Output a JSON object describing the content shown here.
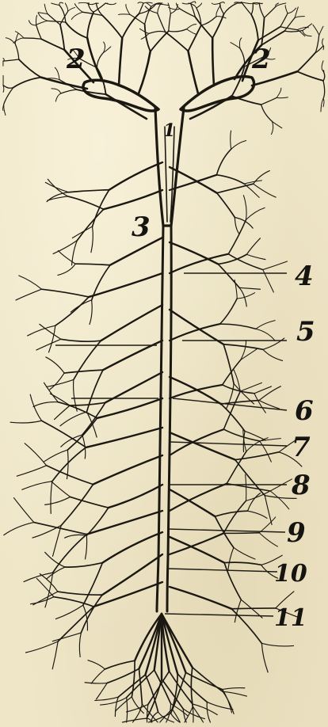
{
  "figure": {
    "labels": [
      {
        "id": "1",
        "text": "1"
      },
      {
        "id": "2a",
        "text": "2"
      },
      {
        "id": "2b",
        "text": "2"
      },
      {
        "id": "3",
        "text": "3"
      },
      {
        "id": "4",
        "text": "4"
      },
      {
        "id": "5",
        "text": "5"
      },
      {
        "id": "6",
        "text": "6"
      },
      {
        "id": "7",
        "text": "7"
      },
      {
        "id": "8",
        "text": "8"
      },
      {
        "id": "9",
        "text": "9"
      },
      {
        "id": "10",
        "text": "10"
      },
      {
        "id": "11",
        "text": "11"
      }
    ]
  },
  "colors": {
    "paper": "#efe6c8",
    "ink": "#1b1812"
  }
}
